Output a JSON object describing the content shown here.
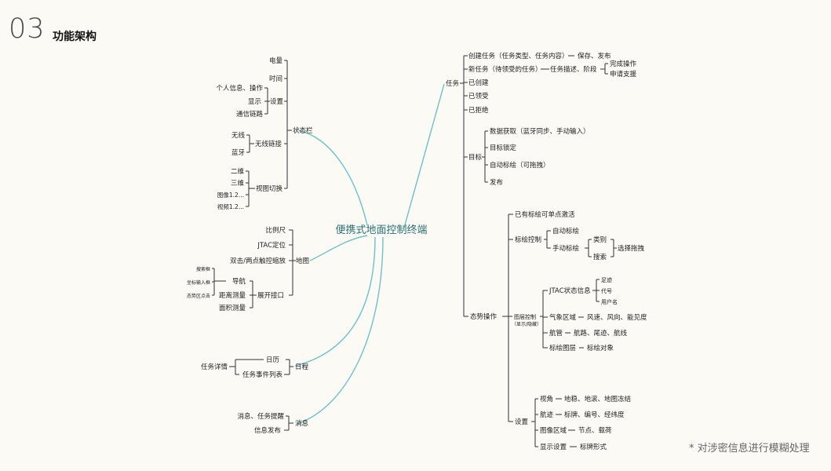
{
  "header": {
    "number": "03",
    "title": "功能架构"
  },
  "note": "* 对涉密信息进行模糊处理",
  "center": "便携式地面控制终端",
  "left": {
    "status": {
      "label": "状态栏",
      "power": "电量",
      "time": "时间",
      "settings": {
        "label": "设置",
        "personal": "个人信息、操作",
        "display": "显示",
        "comm": "通信链路"
      },
      "wireless": {
        "label": "无线链接",
        "wifi": "无线",
        "bluetooth": "蓝牙"
      },
      "view": {
        "label": "视图切换",
        "v2d": "二维",
        "v3d": "三维",
        "image": "图像1.2...",
        "video": "视频1.2..."
      }
    },
    "map": {
      "label": "地图",
      "scale": "比例尺",
      "jtac": "JTAC定位",
      "zoom": "双击/两点触控缩放",
      "expand": {
        "label": "展开接口",
        "nav": "导航",
        "navsub": {
          "search": "搜索框",
          "coord": "坐标输入框",
          "click": "态势区点击"
        },
        "distance": "距离测量",
        "area": "面积测量"
      }
    },
    "schedule": {
      "label": "日程",
      "calendar": "日历",
      "events": "任务事件列表",
      "detail": "任务详情"
    },
    "message": {
      "label": "消息",
      "remind": "消息、任务提醒",
      "publish": "信息发布"
    }
  },
  "right": {
    "task": {
      "label": "任务",
      "create": "创建任务（任务类型、任务内容）",
      "create_to": "保存、发布",
      "new": "新任务（待领受的任务）",
      "new_to": "任务描述、阶段",
      "new_a": "完成操作",
      "new_b": "申请支援",
      "created": "已创建",
      "received": "已领受",
      "rejected": "已拒绝"
    },
    "target": {
      "label": "目标",
      "acquire": "数据获取（蓝牙同步、手动输入）",
      "lock": "目标锁定",
      "autodraw": "自动标绘（可拖拽）",
      "publish": "发布"
    },
    "situation": {
      "label": "态势操作",
      "drawn": "已有标绘可单点激活",
      "plot": {
        "label": "标绘控制",
        "auto": "自动标绘",
        "manual": "手动标绘",
        "category": "类别",
        "search": "搜索",
        "select": "选择拖拽"
      },
      "layer": {
        "label": "图层控制",
        "sub": "（显示/隐藏）",
        "jtac": "JTAC状态信息",
        "track": "足迹",
        "code": "代号",
        "user": "用户名",
        "weather": "气象区域",
        "weather_to": "风速、风向、能见度",
        "route": "航管",
        "route_to": "航路、尾迹、航线",
        "marker": "标绘图层",
        "marker_to": "标绘对象"
      },
      "settings": {
        "label": "设置",
        "view": "视角",
        "view_to": "地稳、地滚、地图冻结",
        "track": "航迹",
        "track_to": "标牌、编号、经纬度",
        "image": "图像区域",
        "image_to": "节点、载荷",
        "display": "显示设置",
        "display_to": "标牌形式"
      }
    }
  }
}
